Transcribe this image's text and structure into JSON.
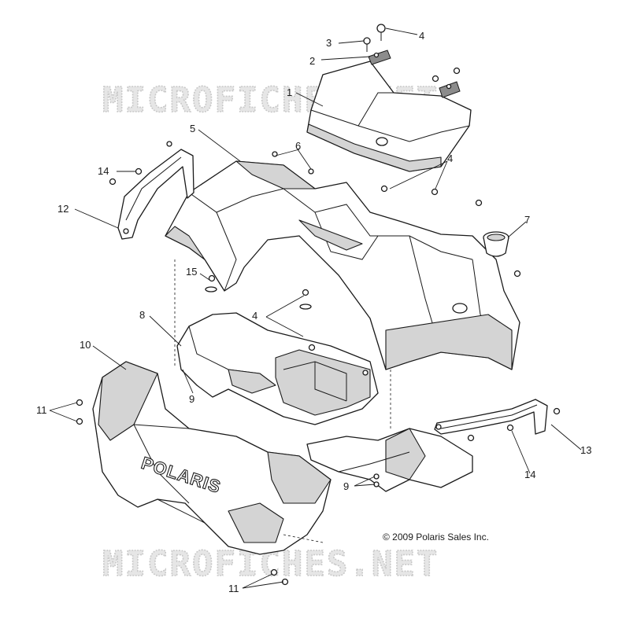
{
  "watermark": {
    "top_text": "MICROFICHES.NET",
    "bottom_text": "MICROFICHES.NET"
  },
  "copyright": "© 2009 Polaris Sales Inc.",
  "hood_brand": "POLARIS",
  "callouts": [
    {
      "id": "c3",
      "label": "3"
    },
    {
      "id": "c4a",
      "label": "4"
    },
    {
      "id": "c2",
      "label": "2"
    },
    {
      "id": "c1",
      "label": "1"
    },
    {
      "id": "c5",
      "label": "5"
    },
    {
      "id": "c6",
      "label": "6"
    },
    {
      "id": "c14a",
      "label": "14"
    },
    {
      "id": "c4b",
      "label": "4"
    },
    {
      "id": "c12",
      "label": "12"
    },
    {
      "id": "c7",
      "label": "7"
    },
    {
      "id": "c15",
      "label": "15"
    },
    {
      "id": "c8",
      "label": "8"
    },
    {
      "id": "c4c",
      "label": "4"
    },
    {
      "id": "c10",
      "label": "10"
    },
    {
      "id": "c9a",
      "label": "9"
    },
    {
      "id": "c11a",
      "label": "11"
    },
    {
      "id": "c13",
      "label": "13"
    },
    {
      "id": "c14b",
      "label": "14"
    },
    {
      "id": "c9b",
      "label": "9"
    },
    {
      "id": "c11b",
      "label": "11"
    }
  ]
}
